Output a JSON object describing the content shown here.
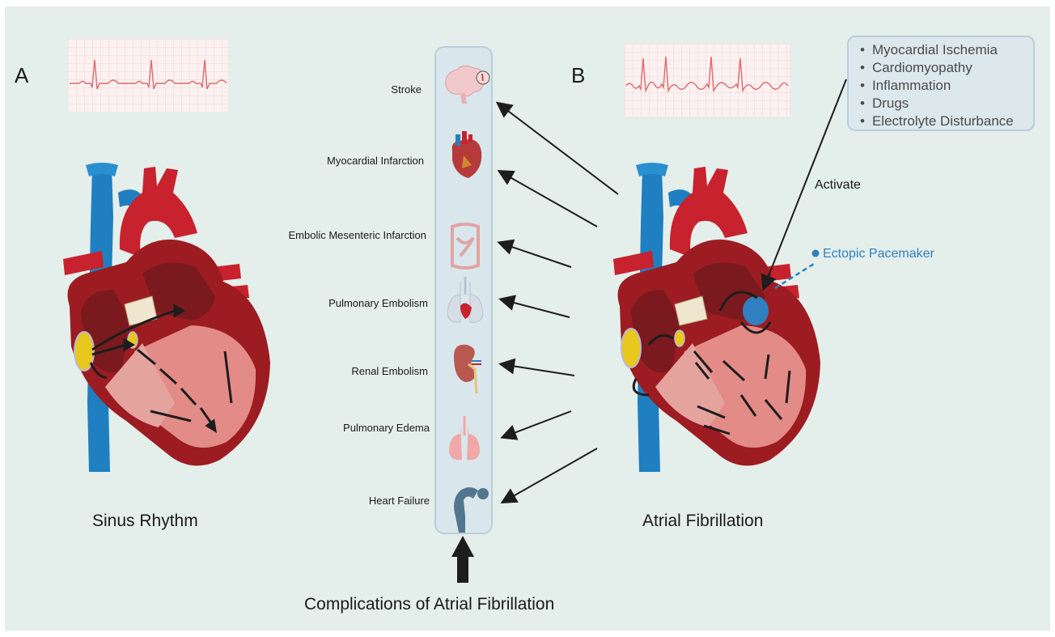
{
  "panels": {
    "a": {
      "letter": "A",
      "caption": "Sinus Rhythm"
    },
    "b": {
      "letter": "B",
      "caption": "Atrial Fibrillation"
    }
  },
  "complications": {
    "title": "Complications of Atrial Fibrillation",
    "items": [
      {
        "label": "Stroke",
        "icon": "brain-icon"
      },
      {
        "label": "Myocardial Infarction",
        "icon": "heart-icon"
      },
      {
        "label": "Embolic Mesenteric Infarction",
        "icon": "intestine-icon"
      },
      {
        "label": "Pulmonary Embolism",
        "icon": "lungs-heart-icon"
      },
      {
        "label": "Renal Embolism",
        "icon": "kidney-icon"
      },
      {
        "label": "Pulmonary Edema",
        "icon": "lungs-icon"
      },
      {
        "label": "Heart Failure",
        "icon": "person-icon"
      }
    ]
  },
  "causes": [
    "Myocardial Ischemia",
    "Cardiomyopathy",
    "Inflammation",
    "Drugs",
    "Electrolyte Disturbance"
  ],
  "activate_label": "Activate",
  "ectopic_label": "Ectopic Pacemaker",
  "colors": {
    "background": "#e4eeea",
    "vein_blue": "#1f7fc0",
    "artery_red": "#c7222e",
    "myocardium": "#9c1c22",
    "chamber": "#e38b86",
    "node_yellow": "#e8c81c",
    "ecg_line": "#e06a6a",
    "ecg_grid": "#f3cccc",
    "pacemaker_blue": "#2f7fc1",
    "arrow": "#1d1d1d"
  }
}
